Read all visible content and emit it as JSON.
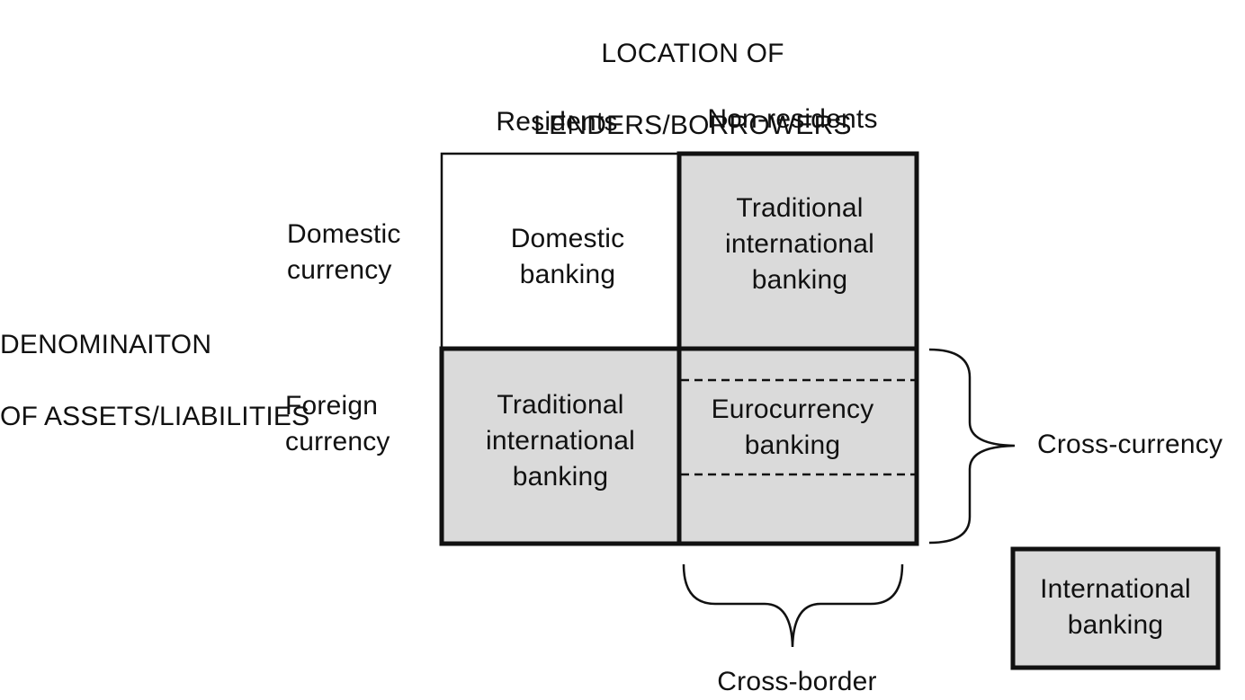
{
  "header": {
    "title_line1": "LOCATION OF",
    "title_line2": "LENDERS/BORROWERS"
  },
  "columns": {
    "residents": "Residents",
    "non_residents": "Non-residents"
  },
  "rows": {
    "domestic": "Domestic\ncurrency",
    "foreign": "Foreign\ncurrency"
  },
  "side_title": {
    "line1": "DENOMINAITON",
    "line2": "OF ASSETS/LIABILITIES"
  },
  "cells": {
    "domestic_residents": "Domestic\nbanking",
    "domestic_nonresidents": "Traditional\ninternational\nbanking",
    "foreign_residents": "Traditional\ninternational\nbanking",
    "foreign_nonresidents": "Eurocurrency\nbanking"
  },
  "braces": {
    "cross_currency": "Cross-currency",
    "cross_border": "Cross-border"
  },
  "legend": {
    "label": "International\nbanking"
  },
  "colors": {
    "shaded": "#dadada",
    "line": "#111111",
    "background": "#ffffff"
  }
}
